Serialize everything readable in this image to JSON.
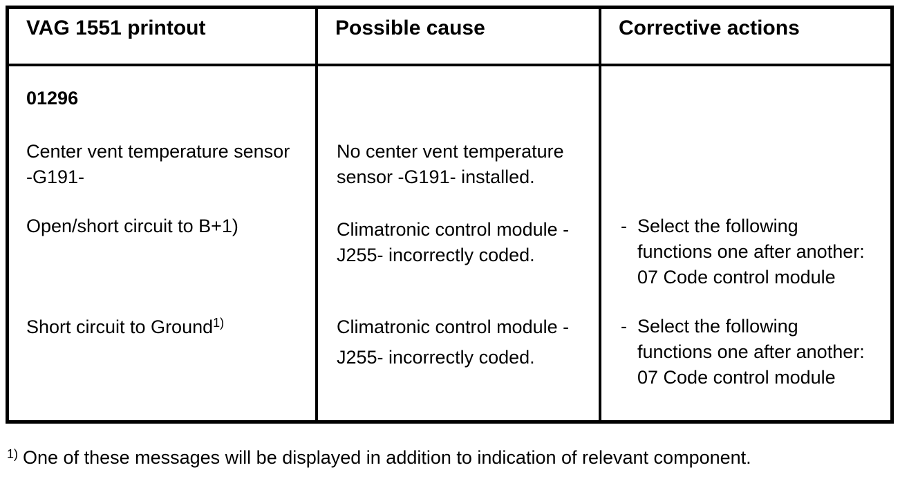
{
  "table": {
    "headers": [
      {
        "label": "VAG 1551 printout"
      },
      {
        "label": "Possible cause"
      },
      {
        "label": "Corrective actions"
      }
    ],
    "row": {
      "printout": {
        "code": "01296",
        "component": {
          "lines": [
            "Center vent temperature sensor",
            "-G191-"
          ]
        },
        "fault_open_short": {
          "lines": [
            "Open/short circuit to B+1)"
          ]
        },
        "fault_ground": {
          "text": "Short circuit to Ground",
          "footnote_ref": "1)"
        }
      },
      "causes": [
        {
          "lines": [
            "No center vent temperature",
            "sensor -G191- installed."
          ]
        },
        {
          "lines": [
            "Climatronic control module -",
            "J255- incorrectly coded."
          ]
        },
        {
          "lines": [
            "Climatronic control module -",
            "J255- incorrectly coded."
          ]
        }
      ],
      "actions": [
        {
          "bullet": "-",
          "lines": [
            "Select the following",
            "functions one after another:",
            "07 Code control module"
          ]
        },
        {
          "bullet": "-",
          "lines": [
            "Select the following",
            "functions one after another:",
            "07 Code control module"
          ]
        }
      ]
    }
  },
  "footnote": {
    "marker": "1)",
    "text": "One of these messages will be displayed in addition to indication of relevant component."
  }
}
